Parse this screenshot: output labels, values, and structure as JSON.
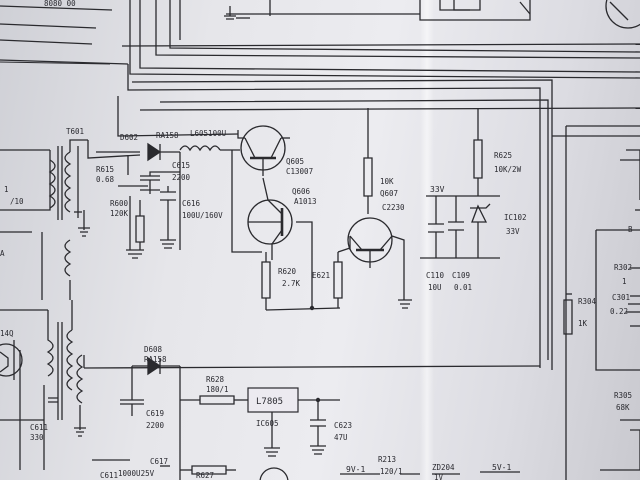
{
  "labels": {
    "top_frag": "8080 00",
    "t601": "T601",
    "d602": "D602",
    "ra158_top": "RA158",
    "l605": "L605100U",
    "r615": "R615",
    "r615_val": "0.68",
    "c615": "C615",
    "c615_val": "2200",
    "r600": "R600",
    "r600_val": "120K",
    "c616": "C616",
    "c616_val": "100U/160V",
    "q605": "Q605",
    "q605_part": "C13007",
    "q606": "Q606",
    "q606_part": "A1013",
    "r620": "R620",
    "r620_val": "2.7K",
    "e621": "E621",
    "r10k": "10K",
    "q607": "Q607",
    "q607_part": "C2230",
    "v33": "33V",
    "c110": "C110",
    "c110_val": "10U",
    "c109": "C109",
    "c109_val": "0.01",
    "r625": "R625",
    "r625_val": "10K/2W",
    "ic102": "IC102",
    "ic102_val": "33V",
    "d608": "D608",
    "ra158_bot": "RA158",
    "r628": "R628",
    "r628_val": "180/1",
    "l7805": "L7805",
    "ic605": "IC605",
    "c619": "C619",
    "c619_val": "2200",
    "c623": "C623",
    "c623_val": "47U",
    "c617": "C617",
    "c617_val": "1000U25V",
    "r627": "R627",
    "r213": "R213",
    "r213_val": "120/1",
    "v9": "9V-1",
    "zd204": "ZD204",
    "v5": "5V-1",
    "r304": "R304",
    "r304_val": "1K",
    "r302": "R302",
    "r302_val": "1",
    "c301": "C301",
    "c301_val": "0.22",
    "r305": "R305",
    "r305_val": "68K",
    "left_frag_a": "1",
    "left_frag_b": "/10",
    "left_frag_c": "14Q",
    "left_frag_d": "C611",
    "left_frag_e": "330",
    "left_frag_f": "C611",
    "mid_frag": "1V",
    "frag_a": "A",
    "frag_b": "B"
  }
}
